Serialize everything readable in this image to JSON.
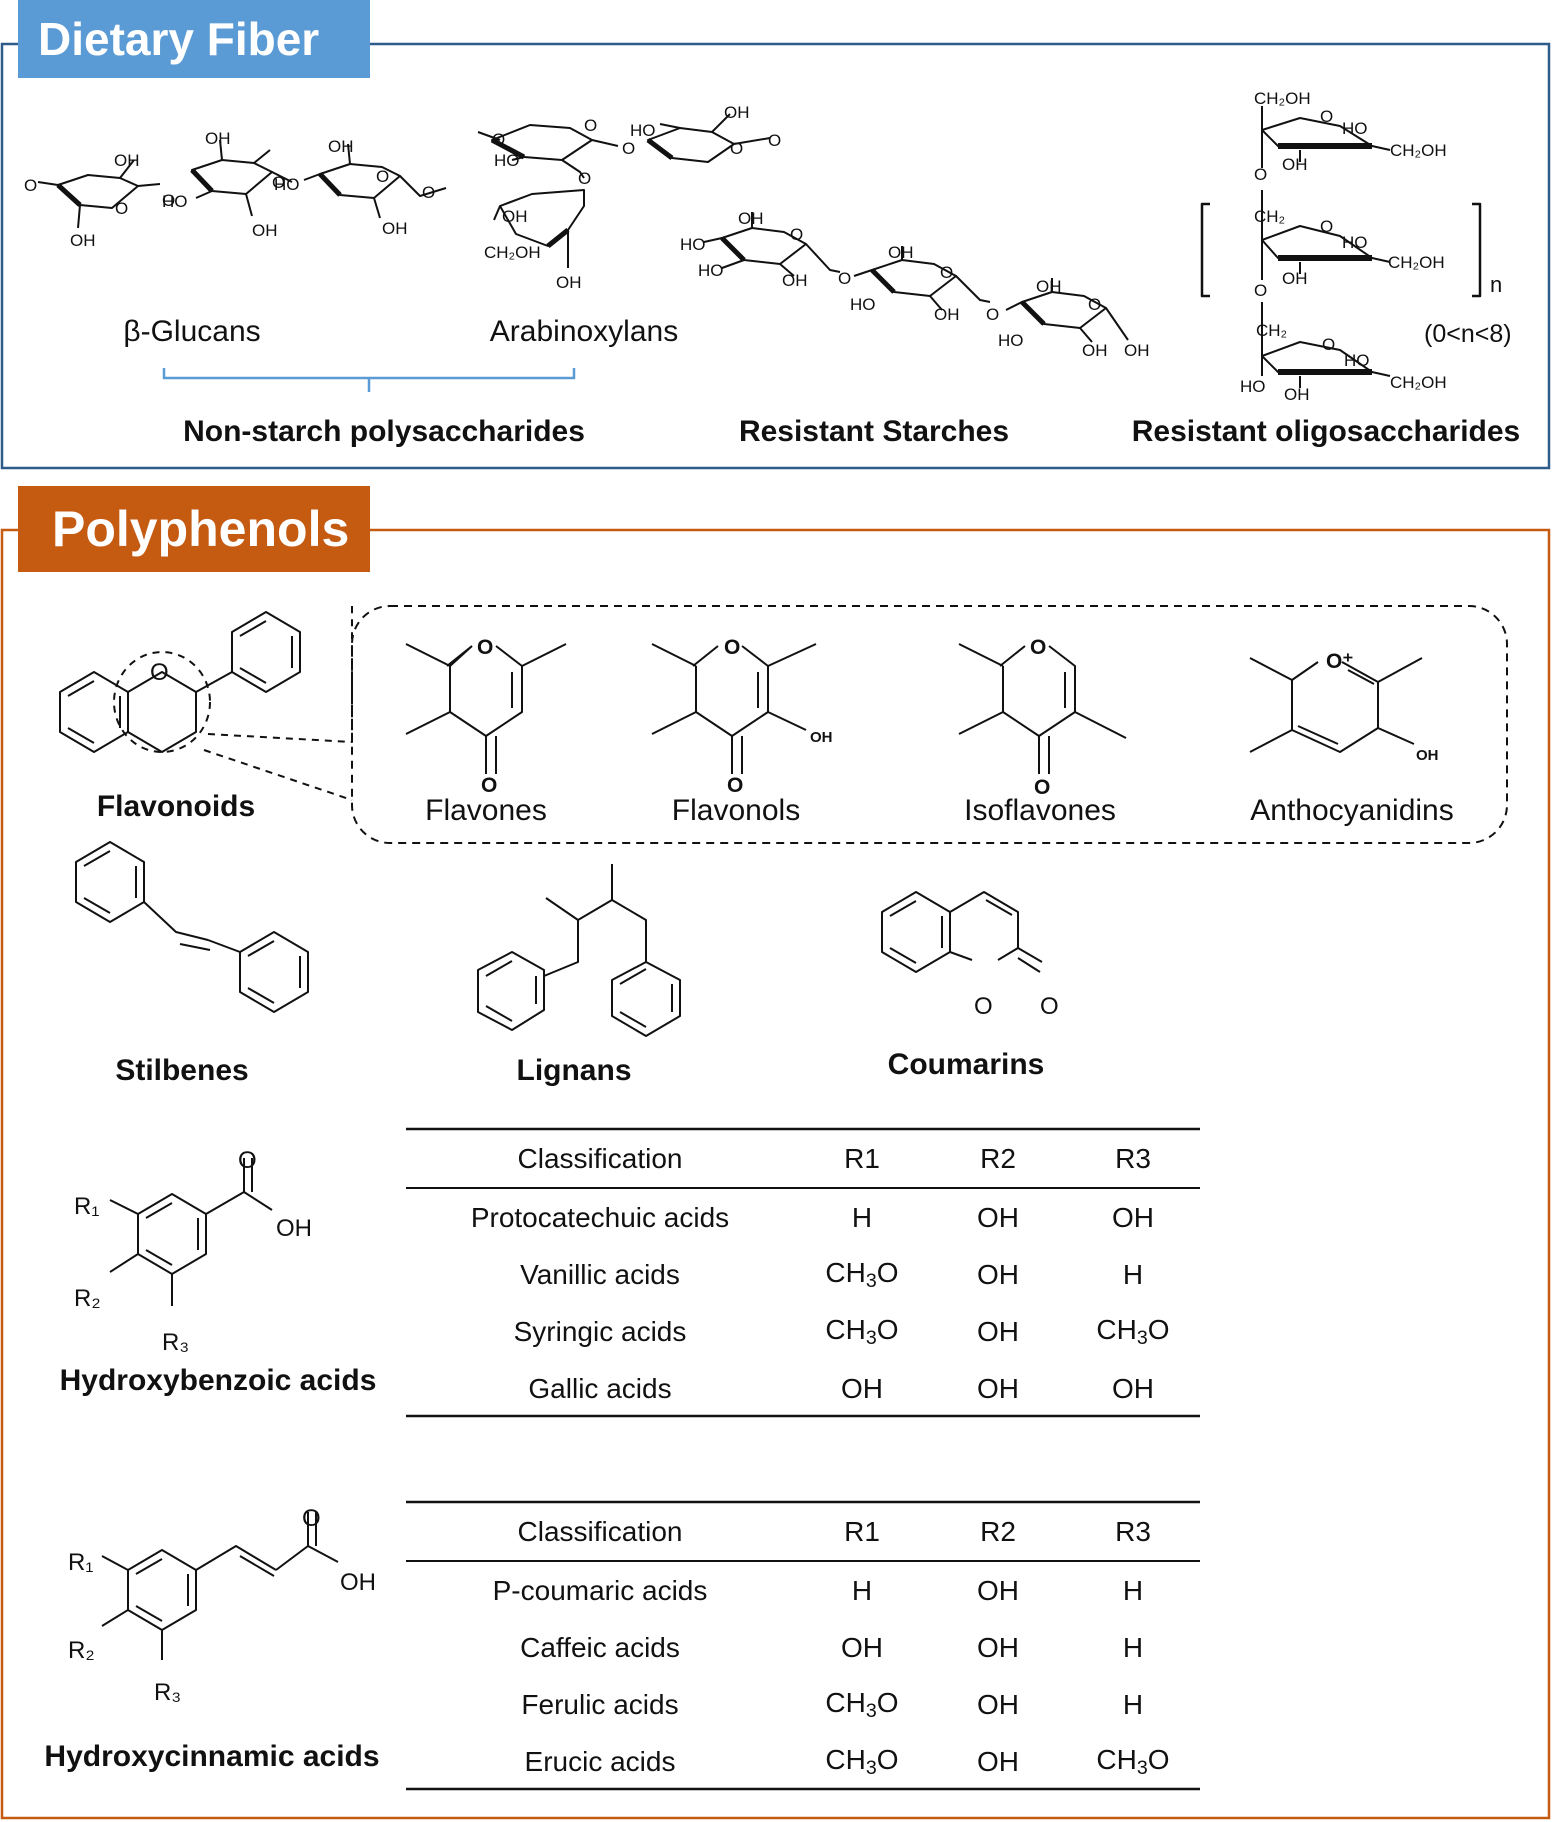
{
  "dietary_fiber": {
    "title": "Dietary Fiber",
    "beta_glucans": "β-Glucans",
    "arabinoxylans": "Arabinoxylans",
    "non_starch": "Non-starch polysaccharides",
    "resistant_starches": "Resistant Starches",
    "resistant_oligos": "Resistant oligosaccharides",
    "n_range": "(0<n<8)",
    "n": "n"
  },
  "polyphenols": {
    "title": "Polyphenols",
    "flavonoids": "Flavonoids",
    "flavones": "Flavones",
    "flavonols": "Flavonols",
    "isoflavones": "Isoflavones",
    "anthocyanidins": "Anthocyanidins",
    "stilbenes": "Stilbenes",
    "lignans": "Lignans",
    "coumarins": "Coumarins",
    "hydroxybenzoic": "Hydroxybenzoic acids",
    "hydroxycinnamic": "Hydroxycinnamic acids"
  },
  "tables": {
    "headers": [
      "Classification",
      "R1",
      "R2",
      "R3"
    ],
    "benzoic_rows": [
      [
        "Protocatechuic acids",
        "H",
        "OH",
        "OH"
      ],
      [
        "Vanillic acids",
        "CH3O",
        "OH",
        "H"
      ],
      [
        "Syringic acids",
        "CH3O",
        "OH",
        "CH3O"
      ],
      [
        "Gallic acids",
        "OH",
        "OH",
        "OH"
      ]
    ],
    "cinnamic_rows": [
      [
        "P-coumaric acids",
        "H",
        "OH",
        "H"
      ],
      [
        "Caffeic acids",
        "OH",
        "OH",
        "H"
      ],
      [
        "Ferulic acids",
        "CH3O",
        "OH",
        "H"
      ],
      [
        "Erucic acids",
        "CH3O",
        "OH",
        "CH3O"
      ]
    ]
  },
  "colors": {
    "fiber_accent": "#5b9bd5",
    "fiber_border": "#2e5c8a",
    "poly_accent": "#c55a11"
  }
}
